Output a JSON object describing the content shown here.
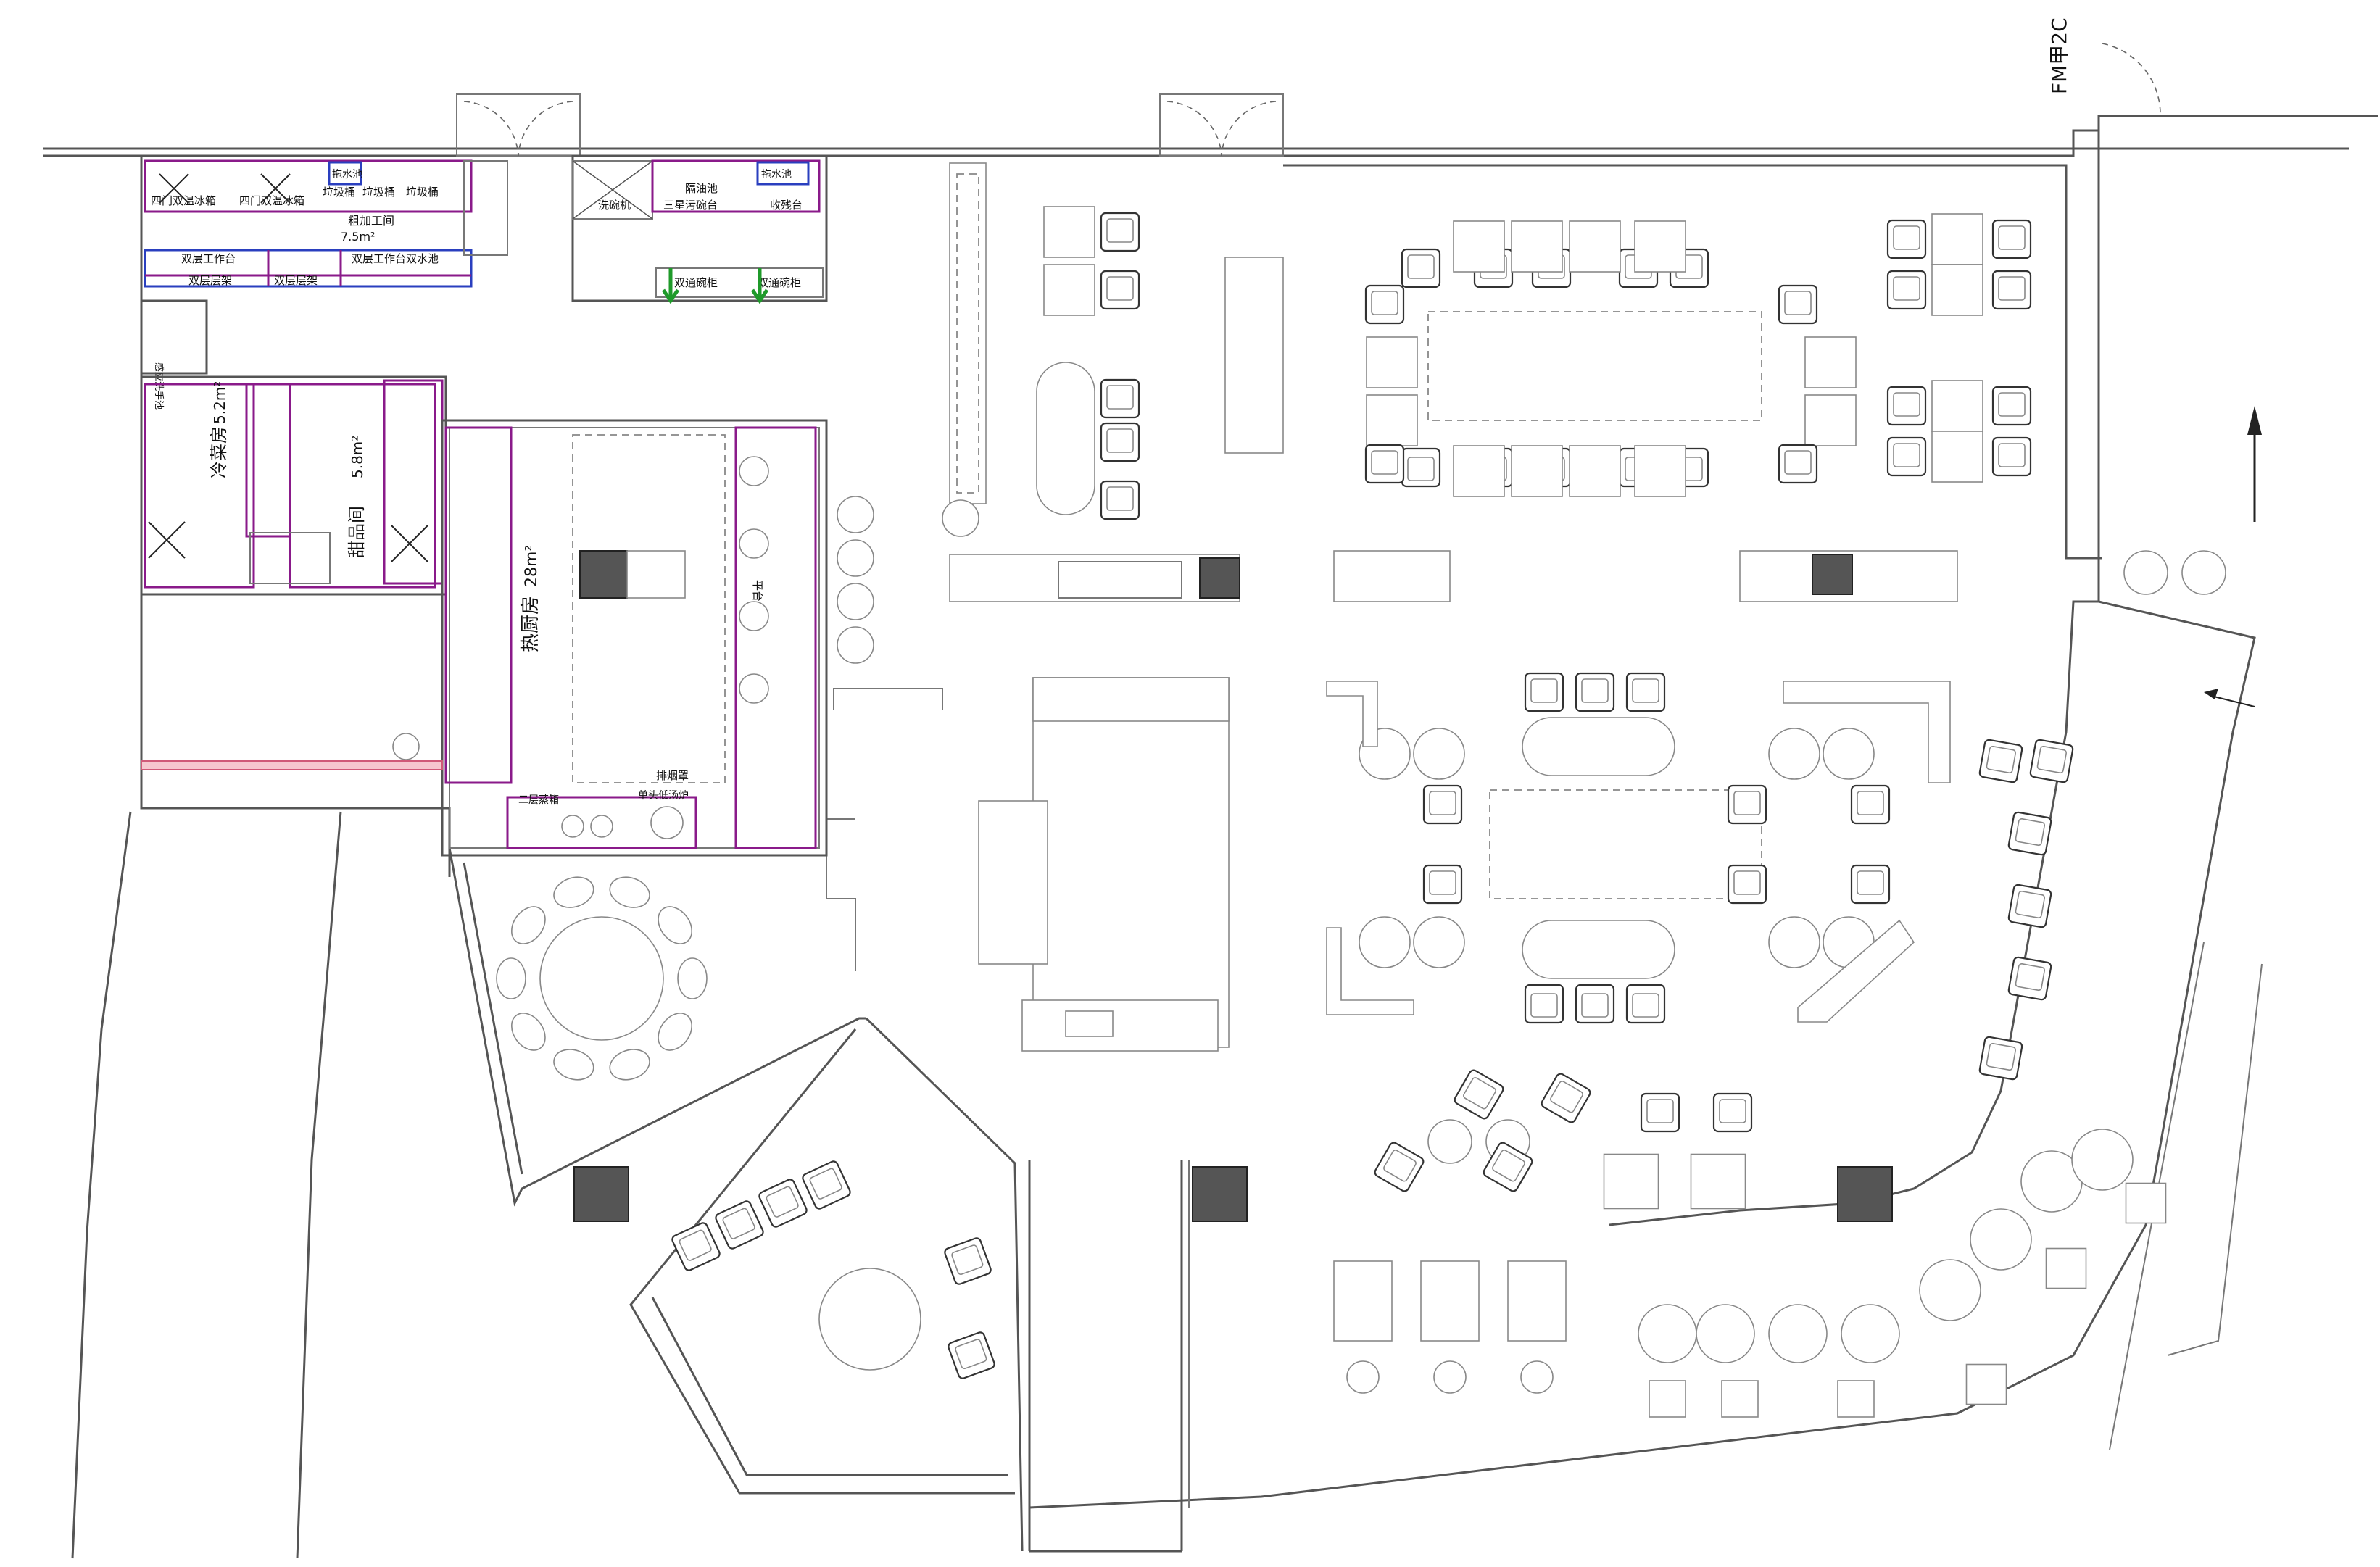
{
  "labels": {
    "fridge_1": "四门双温冰箱",
    "fridge_2": "四门双温冰箱",
    "trash_1": "垃圾桶",
    "trash_2": "垃圾桶",
    "trash_3": "垃圾桶",
    "mop_pool_1": "拖水池",
    "mop_pool_2": "拖水池",
    "rough_room": "粗加工间",
    "rough_area": "7.5m²",
    "double_bench": "双层工作台",
    "double_shelf_1": "双层层架",
    "double_shelf_2": "双层层架",
    "double_sink": "双层工作台双水池",
    "dishwasher": "洗碗机",
    "sink_triple": "三星污碗台",
    "dirty_pool": "隔油池",
    "collect_table": "收残台",
    "pass_cabinet_1": "双通碗柜",
    "pass_cabinet_2": "双通碗柜",
    "hand_wash": "感应洗手池",
    "cold_room": "冷菜房",
    "cold_area": "5.2m²",
    "dessert_room": "甜品间",
    "dessert_area": "5.8m²",
    "hot_kitchen": "热厨房",
    "hot_area": "28m²",
    "exhaust_hood": "排烟罩",
    "stove_1": "二层蒸箱",
    "stove_2": "单头低汤炉",
    "griddle": "平台",
    "top_right_label": "FM甲2C"
  },
  "colors": {
    "wall": "#555555",
    "kitchen_equipment": "#8a1a8a",
    "water": "#2a3fbf",
    "arrow_green": "#1f9a2a",
    "shaft": "#555555",
    "fire_door": "#d05a78"
  },
  "icons": {
    "north_arrow": "north-arrow-icon",
    "entry_arrow": "entry-arrow-icon",
    "plant": "plant-icon",
    "floor_drain": "drain-icon"
  }
}
